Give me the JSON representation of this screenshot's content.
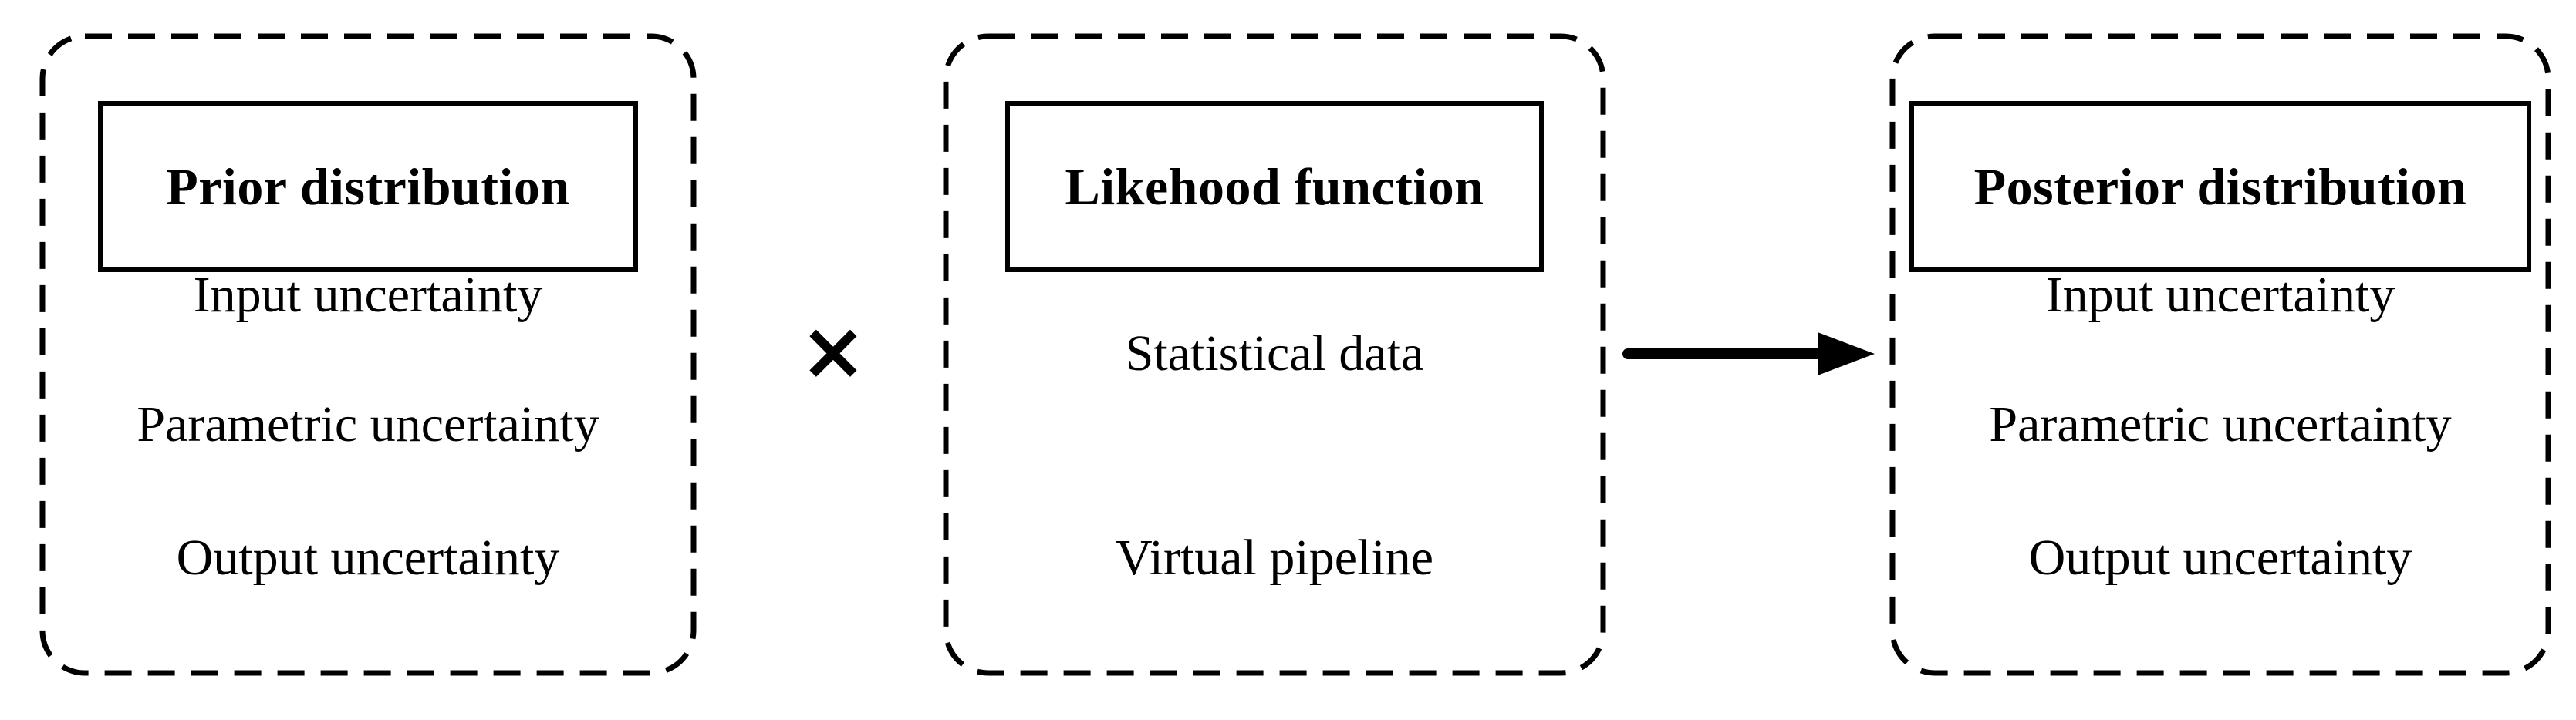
{
  "colors": {
    "ink": "#000000",
    "background": "#ffffff"
  },
  "boxes": [
    {
      "title": "Prior distribution",
      "items": [
        "Input uncertainty",
        "Parametric uncertainty",
        "Output uncertainty"
      ]
    },
    {
      "title": "Likehood function",
      "items": [
        "Statistical data",
        "Virtual pipeline"
      ]
    },
    {
      "title": "Posterior distribution",
      "items": [
        "Input uncertainty",
        "Parametric uncertainty",
        "Output uncertainty"
      ]
    }
  ],
  "operators": {
    "multiply": "×",
    "arrow_right": "→"
  }
}
